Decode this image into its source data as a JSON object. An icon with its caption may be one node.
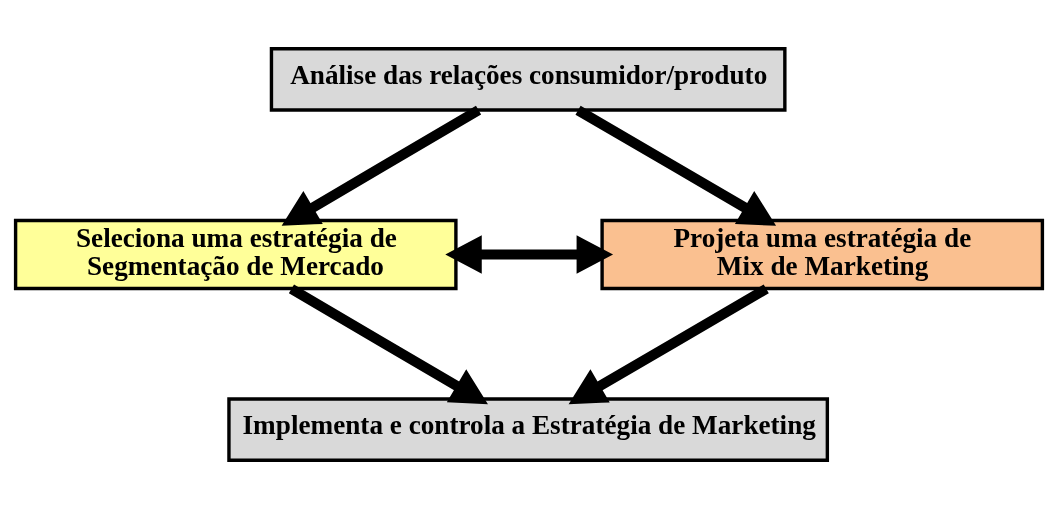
{
  "diagram": {
    "nodes": [
      {
        "text": [
          "Análise das relações consumidor/produto"
        ]
      },
      {
        "text": [
          "Seleciona uma estratégia de Segmentação de Mercado"
        ]
      },
      {
        "text": [
          "Projeta uma estratégia de Mix de Marketing"
        ]
      },
      {
        "text": [
          "Implementa e controla a Estratégia de Marketing"
        ]
      }
    ],
    "edges": [
      {
        "from": 0,
        "to": 1,
        "arrow": "to"
      },
      {
        "from": 0,
        "to": 2,
        "arrow": "to"
      },
      {
        "from": 1,
        "to": 2,
        "arrow": "both"
      },
      {
        "from": 1,
        "to": 3,
        "arrow": "to"
      },
      {
        "from": 2,
        "to": 3,
        "arrow": "to"
      }
    ]
  }
}
